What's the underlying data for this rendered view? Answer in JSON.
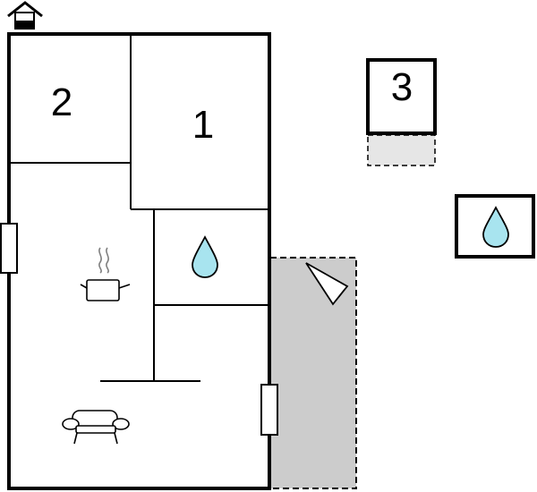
{
  "colors": {
    "wall": "#000000",
    "background": "#ffffff",
    "terrace": "#cccccc",
    "water": "#a8e4ef",
    "outdoor_strip": "#e6e6e6",
    "fixture_grey": "#808080"
  },
  "rooms": {
    "bedroom_1": {
      "label": "1"
    },
    "bedroom_2": {
      "label": "2"
    },
    "annex_room_3": {
      "label": "3"
    }
  },
  "icons": {
    "entrance": "house-entrance-icon",
    "bathroom": "water-drop-icon",
    "kitchen": "cooking-pot-icon",
    "living": "sofa-icon",
    "terrace": "sunshade-icon",
    "outdoor_water": "water-drop-icon"
  }
}
